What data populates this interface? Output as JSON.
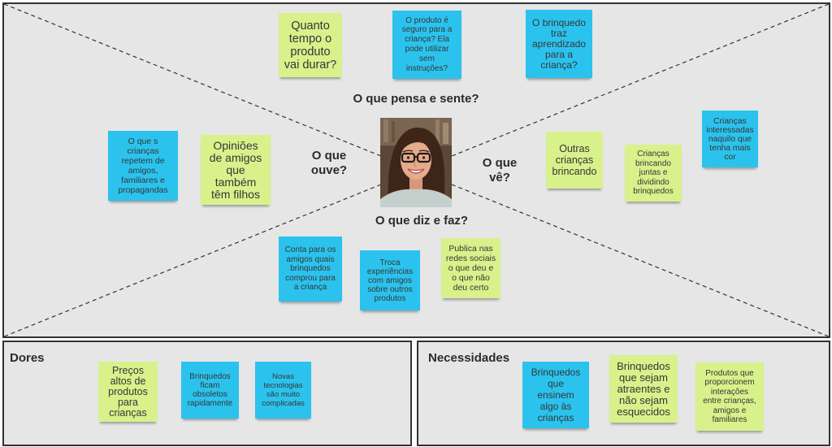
{
  "palette": {
    "sticky_green": "#d8f18b",
    "sticky_blue": "#2bc3ee",
    "panel_background": "#e6e6e6",
    "border": "#333333"
  },
  "board": {
    "quadrant_labels": {
      "thinks_feels": "O que pensa e sente?",
      "hears": "O que\nouve?",
      "sees": "O que\nvê?",
      "says_does": "O que diz e faz?"
    },
    "thinks_feels": [
      {
        "text": "Quanto\ntempo o\nproduto\nvai durar?",
        "color": "#d8f18b"
      },
      {
        "text": "O produto é\nseguro para a\ncriança? Ela\npode utilizar\nsem\ninstruções?",
        "color": "#2bc3ee"
      },
      {
        "text": "O brinquedo\ntraz\naprendizado\npara a\ncriança?",
        "color": "#2bc3ee"
      }
    ],
    "hears": [
      {
        "text": "O que s\ncrianças\nrepetem de\namigos,\nfamiliares e\npropagandas",
        "color": "#2bc3ee"
      },
      {
        "text": "Opiniões\nde amigos\nque\ntambém\ntêm filhos",
        "color": "#d8f18b"
      }
    ],
    "sees": [
      {
        "text": "Outras\ncrianças\nbrincando",
        "color": "#d8f18b"
      },
      {
        "text": "Crianças\nbrincando\njuntas e\ndividindo\nbrinquedos",
        "color": "#d8f18b"
      },
      {
        "text": "Crianças\ninteressadas\nnaquilo que\ntenha mais\ncor",
        "color": "#2bc3ee"
      }
    ],
    "says_does": [
      {
        "text": "Conta para os\namigos quais\nbrinquedos\ncomprou para\na criança",
        "color": "#2bc3ee"
      },
      {
        "text": "Troca\nexperiências\ncom amigos\nsobre outros\nprodutos",
        "color": "#2bc3ee"
      },
      {
        "text": "Publica nas\nredes sociais\no que deu e\no que não\ndeu certo",
        "color": "#d8f18b"
      }
    ]
  },
  "pains": {
    "title": "Dores",
    "notes": [
      {
        "text": "Preços\naltos de\nprodutos\npara\ncrianças",
        "color": "#d8f18b"
      },
      {
        "text": "Brinquedos\nficam\nobsoletos\nrapidamente",
        "color": "#2bc3ee"
      },
      {
        "text": "Novas\ntecnologias\nsão muito\ncomplicadas",
        "color": "#2bc3ee"
      }
    ]
  },
  "needs": {
    "title": "Necessidades",
    "notes": [
      {
        "text": "Brinquedos\nque\nensinem\nalgo às\ncrianças",
        "color": "#2bc3ee"
      },
      {
        "text": "Brinquedos\nque sejam\natraentes e\nnão sejam\nesquecidos",
        "color": "#d8f18b"
      },
      {
        "text": "Produtos que\nproporcionem\ninterações\nentre crianças,\namigos e\nfamiliares",
        "color": "#d8f18b"
      }
    ]
  }
}
